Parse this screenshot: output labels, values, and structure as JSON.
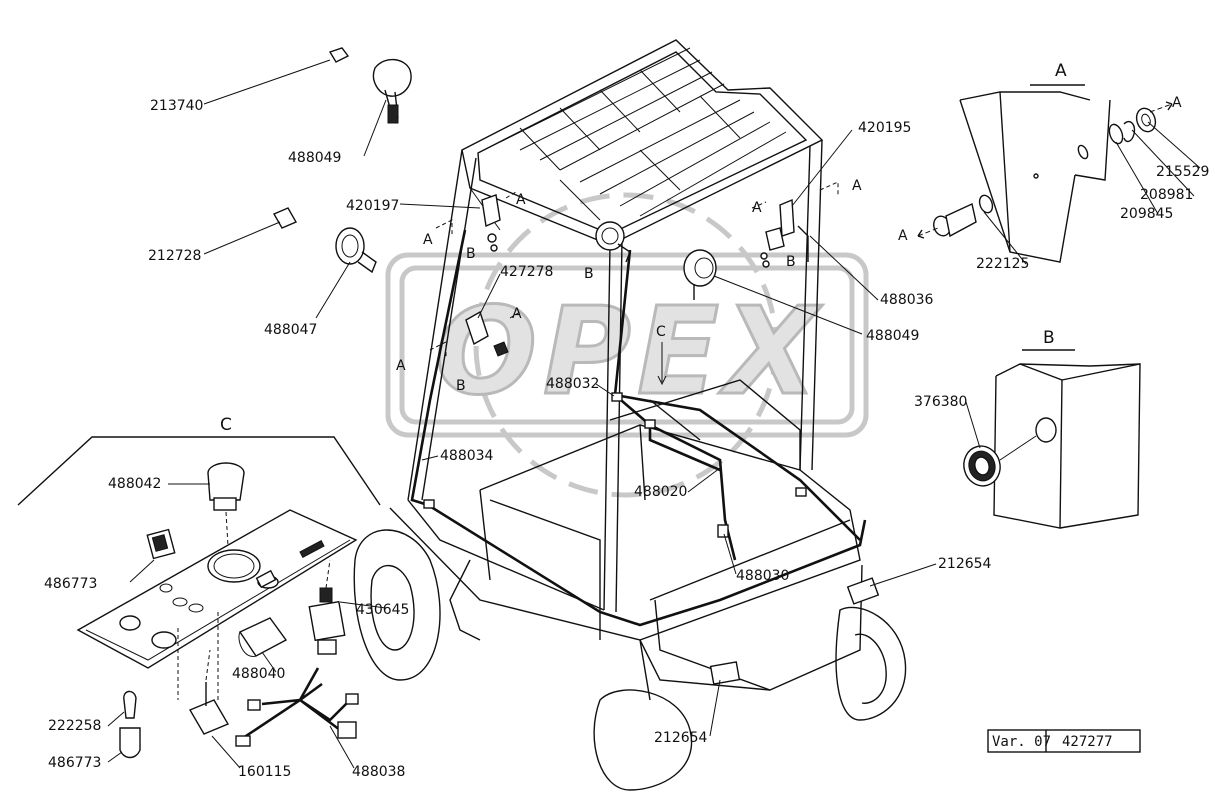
{
  "watermark": "OPEX",
  "sections": {
    "a": "A",
    "b": "B",
    "c": "C"
  },
  "markers": {
    "a": "A",
    "b": "B",
    "c": "C"
  },
  "parts": {
    "p213740": "213740",
    "p488049_top": "488049",
    "p420197": "420197",
    "p212728": "212728",
    "p427278": "427278",
    "p488047": "488047",
    "p420195": "420195",
    "p488036": "488036",
    "p488049_right": "488049",
    "p488032": "488032",
    "p488034": "488034",
    "p488020": "488020",
    "p488030": "488030",
    "p212654_right": "212654",
    "p212654_bottom": "212654",
    "p215529": "215529",
    "p208981": "208981",
    "p209845": "209845",
    "p222125": "222125",
    "p376380": "376380",
    "p488042": "488042",
    "p486773_top": "486773",
    "p430645": "430645",
    "p488040": "488040",
    "p222258": "222258",
    "p486773_bottom": "486773",
    "p160115": "160115",
    "p488038": "488038"
  },
  "stamp": {
    "variant": "Var. 07",
    "number": "427277"
  }
}
